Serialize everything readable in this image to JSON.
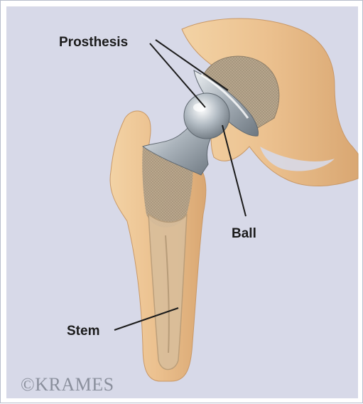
{
  "labels": {
    "prosthesis": "Prosthesis",
    "ball": "Ball",
    "stem": "Stem"
  },
  "copyright": "©KRAMES",
  "colors": {
    "background": "#d7d9e8",
    "bone": "#e9bf8c",
    "bone_shadow": "#c99866",
    "metal": "#9aa4ad",
    "metal_light": "#dfe4ea",
    "mesh": "#b8a58d",
    "leader_line": "#1b1b1b"
  }
}
